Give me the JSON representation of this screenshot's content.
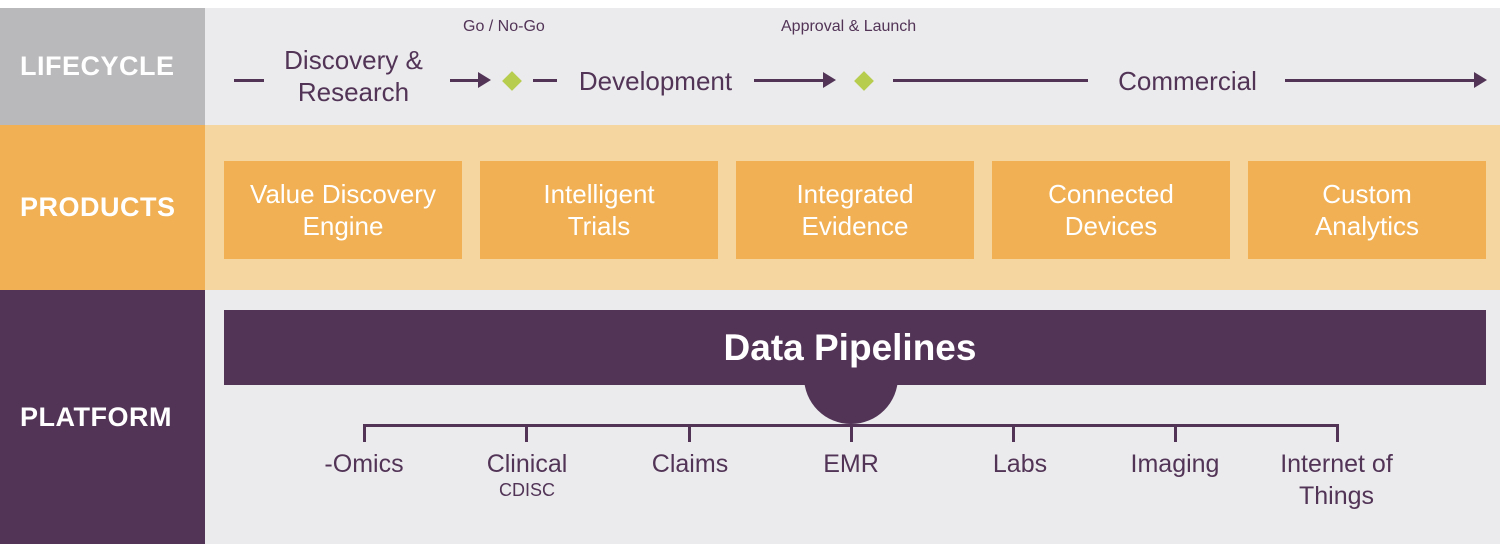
{
  "rows": {
    "lifecycle": "LIFECYCLE",
    "products": "PRODUCTS",
    "platform": "PLATFORM"
  },
  "lifecycle": {
    "stage1_line1": "Discovery &",
    "stage1_line2": "Research",
    "stage2": "Development",
    "stage3": "Commercial",
    "milestone1": "Go / No-Go",
    "milestone2": "Approval & Launch"
  },
  "products": [
    {
      "line1": "Value Discovery",
      "line2": "Engine"
    },
    {
      "line1": "Intelligent",
      "line2": "Trials"
    },
    {
      "line1": "Integrated",
      "line2": "Evidence"
    },
    {
      "line1": "Connected",
      "line2": "Devices"
    },
    {
      "line1": "Custom",
      "line2": "Analytics"
    }
  ],
  "platform": {
    "title": "Data Pipelines",
    "sources": [
      {
        "line1": "-Omics",
        "line2": ""
      },
      {
        "line1": "Clinical",
        "line2": "CDISC"
      },
      {
        "line1": "Claims",
        "line2": ""
      },
      {
        "line1": "EMR",
        "line2": ""
      },
      {
        "line1": "Labs",
        "line2": ""
      },
      {
        "line1": "Imaging",
        "line2": ""
      },
      {
        "line1": "Internet of",
        "line2": "Things"
      }
    ]
  },
  "colors": {
    "purple": "#523457",
    "orange": "#f0b053",
    "light_orange": "#f5d5a0",
    "gray": "#b9b9bb",
    "light_gray": "#ebebed",
    "green": "#b6cd4e"
  }
}
